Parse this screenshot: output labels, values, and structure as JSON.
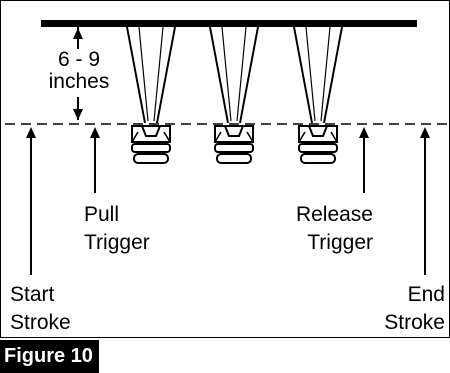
{
  "distance": {
    "range": "6 - 9",
    "unit": "inches"
  },
  "labels": {
    "pull": [
      "Pull",
      "Trigger"
    ],
    "release": [
      "Release",
      "Trigger"
    ],
    "start": [
      "Start",
      "Stroke"
    ],
    "end": [
      "End",
      "Stroke"
    ]
  },
  "caption": "Figure 10",
  "icons": {
    "spray_gun": "spray-gun-nozzle-icon"
  },
  "colors": {
    "ink": "#000000",
    "background": "#ffffff"
  }
}
